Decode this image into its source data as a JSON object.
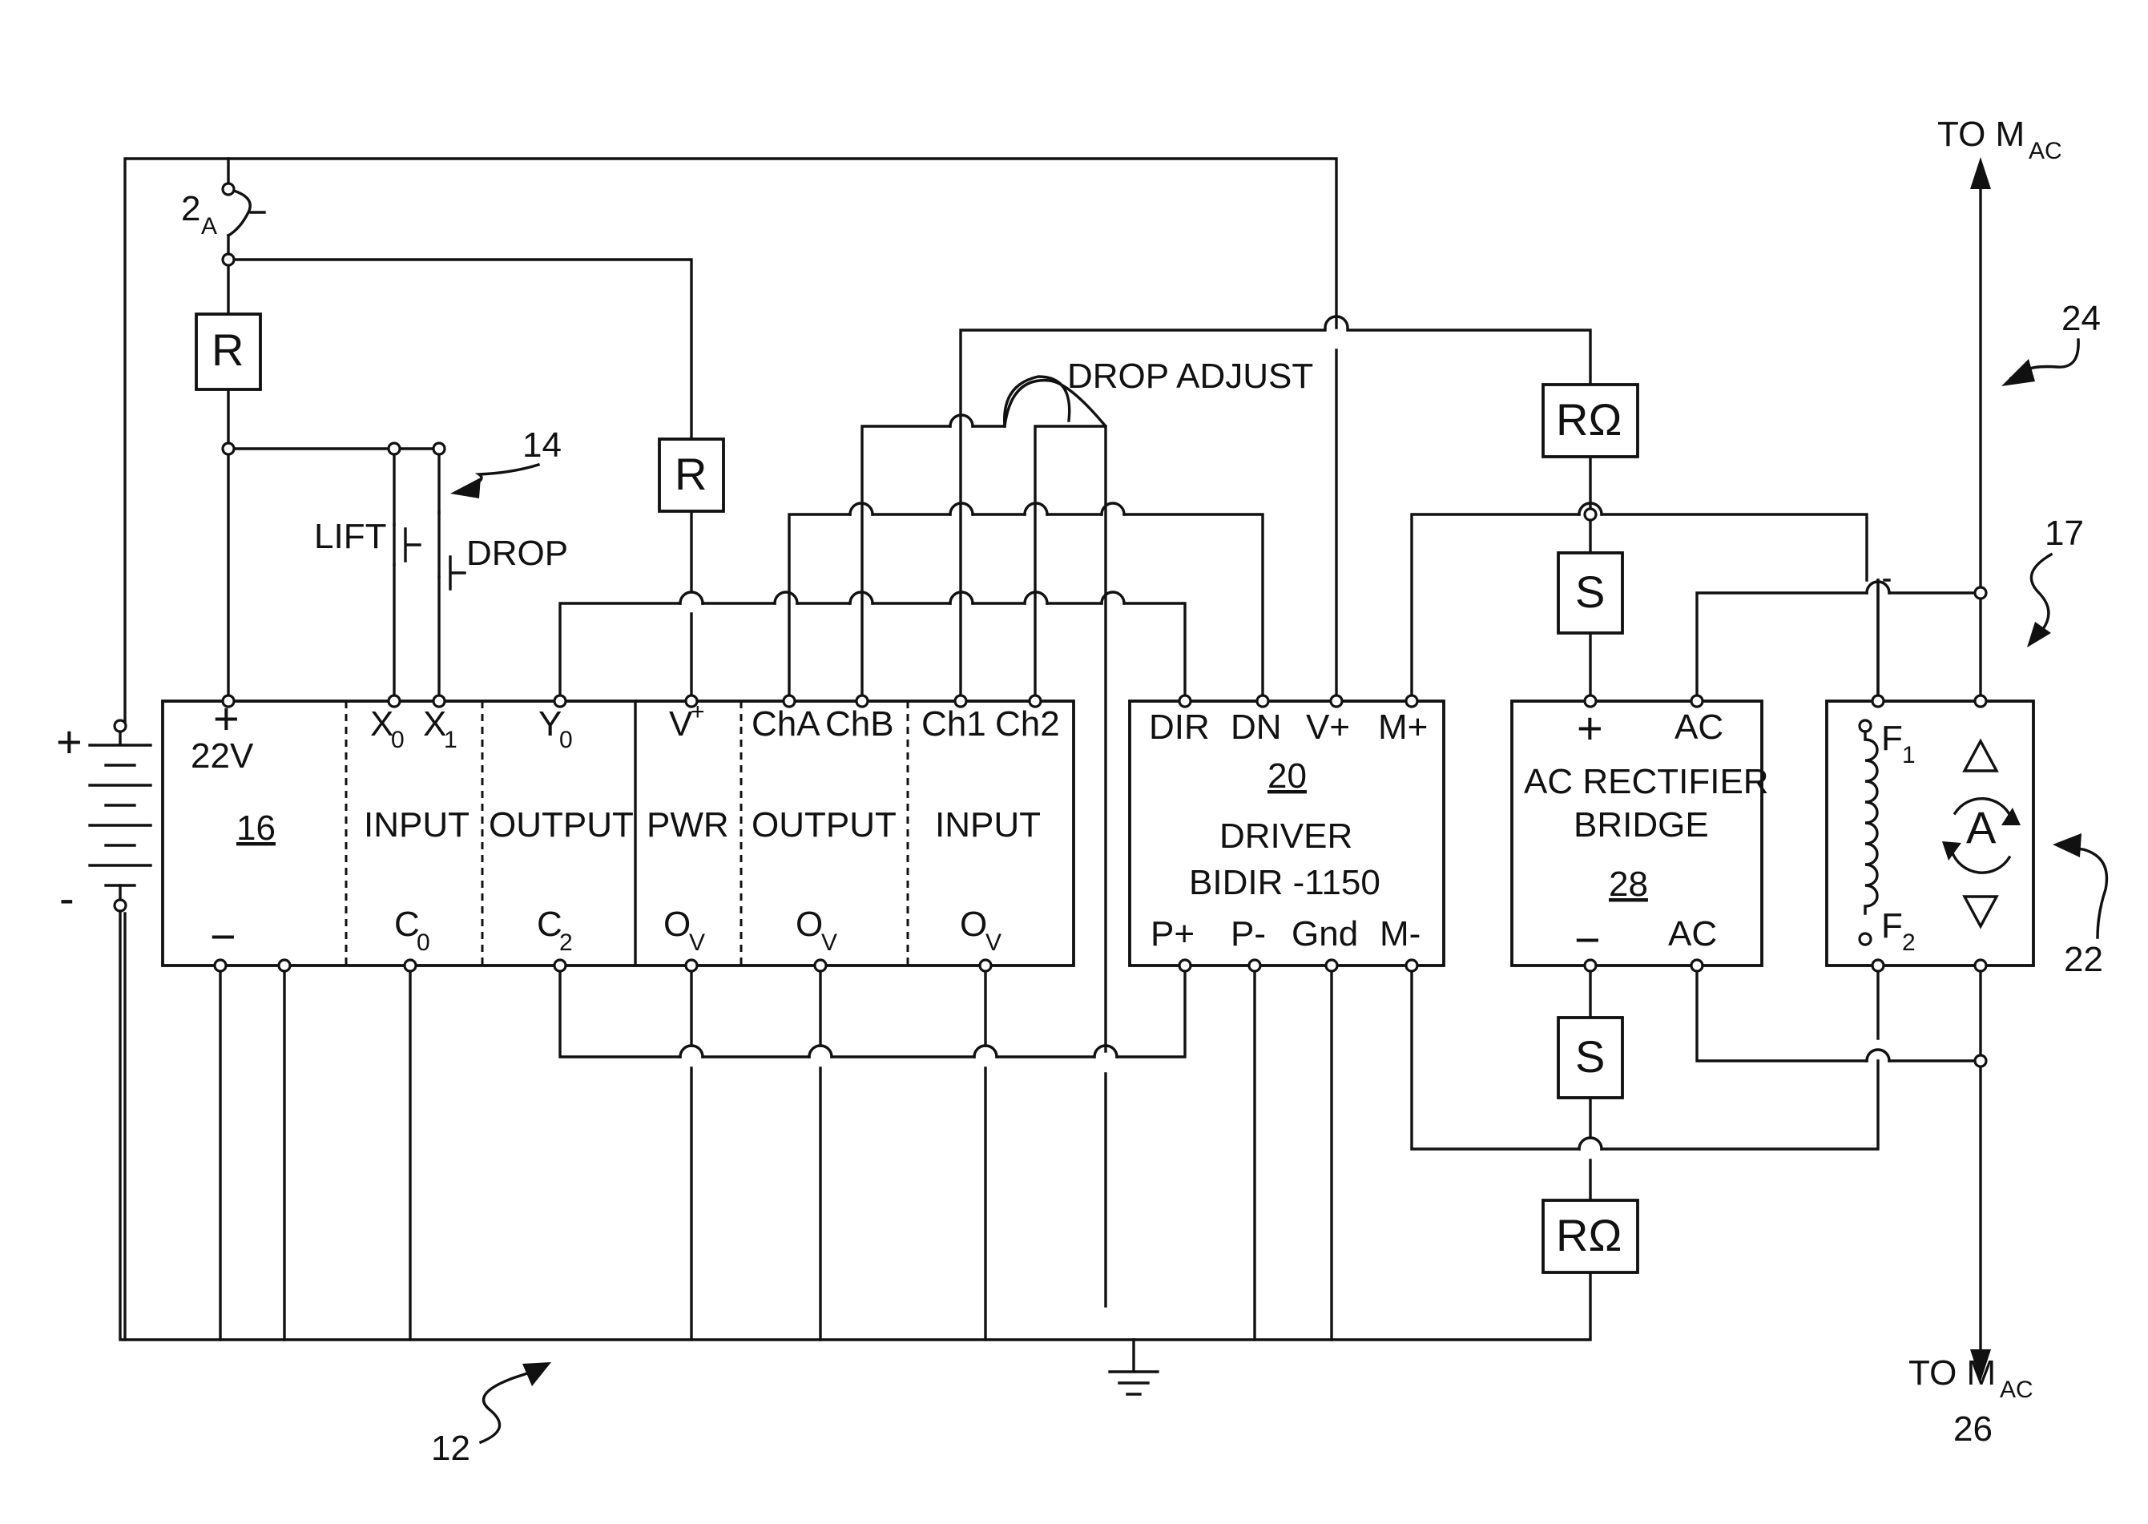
{
  "ref_numerals": {
    "n12": "12",
    "n14": "14",
    "n16": "16",
    "n17": "17",
    "n20": "20",
    "n22": "22",
    "n24": "24",
    "n26": "26",
    "n28": "28"
  },
  "fuse": {
    "label": "2",
    "sub": "A"
  },
  "battery": {
    "plus": "+",
    "minus": "-"
  },
  "resistors": {
    "r1": "R",
    "r2": "R",
    "rohm_top": "RΩ",
    "rohm_bottom": "RΩ"
  },
  "switches": {
    "lift": "LIFT",
    "drop": "DROP"
  },
  "drop_adjust": "DROP ADJUST",
  "plc": {
    "plus_terminal": "+",
    "voltage": "22V",
    "minus_terminal": "−",
    "x0": "X",
    "x0_sub": "0",
    "x1": "X",
    "x1_sub": "1",
    "y0": "Y",
    "y0_sub": "0",
    "vplus": "V",
    "vplus_sup": "+",
    "cha": "ChA",
    "chb": "ChB",
    "ch1": "Ch1",
    "ch2": "Ch2",
    "input1": "INPUT",
    "output1": "OUTPUT",
    "pwr": "PWR",
    "output2": "OUTPUT",
    "input2": "INPUT",
    "c0": "C",
    "c0_sub": "0",
    "c2": "C",
    "c2_sub": "2",
    "ov1": "O",
    "ov1_sub": "V",
    "ov2": "O",
    "ov2_sub": "V",
    "ov3": "O",
    "ov3_sub": "V"
  },
  "driver": {
    "dir": "DIR",
    "dn": "DN",
    "vplus": "V+",
    "mplus": "M+",
    "title": "DRIVER",
    "model": "BIDIR -1150",
    "pplus": "P+",
    "pminus": "P-",
    "gnd": "Gnd",
    "mminus": "M-"
  },
  "rectifier": {
    "plus": "+",
    "ac_top": "AC",
    "title1": "AC RECTIFIER",
    "title2": "BRIDGE",
    "minus": "−",
    "ac_bottom": "AC"
  },
  "motor": {
    "f1": "F",
    "f1_sub": "1",
    "f2": "F",
    "f2_sub": "2",
    "armature": "A"
  },
  "s_blocks": {
    "s_top": "S",
    "s_bottom": "S"
  },
  "to_mac_top": {
    "text": "TO  M",
    "sub": "AC"
  },
  "to_mac_bottom": {
    "text": "TO  M",
    "sub": "AC"
  }
}
